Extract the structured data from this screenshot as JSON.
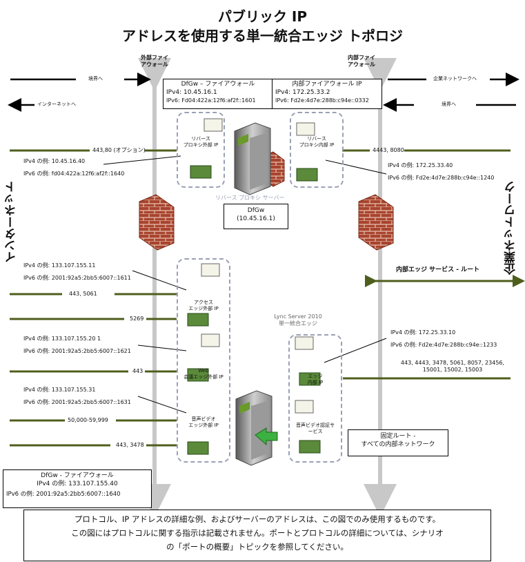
{
  "title": {
    "line1": "パブリック IP",
    "line2": "アドレスを使用する単一統合エッジ トポロジ"
  },
  "firewall_labels": {
    "external": [
      "外部ファイ",
      "アウォール"
    ],
    "internal": [
      "内部ファイ",
      "アウォール"
    ]
  },
  "arrows": {
    "to_perimeter_left": "境界へ",
    "to_internet": "インターネットへ",
    "to_corp_network": "企業ネットワークへ",
    "to_perimeter_right": "境界へ"
  },
  "fw_ext_box": {
    "title": "DfGw – ファイアウォール",
    "ipv4": "IPv4: 10.45.16.1",
    "ipv6": "IPv6: Fd04:422a:12f6:af2f::1601"
  },
  "fw_int_box": {
    "title": "内部ファイアウォール IP",
    "ipv4": "IPv4: 172.25.33.2",
    "ipv6": "IPv6: Fd2e:4d7e:288b:c94e::0332"
  },
  "side_labels": {
    "left": "インターネット",
    "right": "企業ネットワーク"
  },
  "reverse_proxy": {
    "external_ip_label": [
      "リバース",
      "プロキシ外部 IP"
    ],
    "internal_ip_label": [
      "リバース",
      "プロキシ内部 IP"
    ],
    "server_label": "リバース プロキシ サーバー",
    "ext_port": "443,80 (オプション)",
    "int_port": "4443, 8080",
    "ext_ipv4": "IPv4 の例: 10.45.16.40",
    "ext_ipv6": "IPv6 の例: fd04:422a:12f6:af2f::1640",
    "int_ipv4": "IPv4 の例: 172.25.33.40",
    "int_ipv6": "IPv6 の例: Fd2e:4d7e:288b:c94e::1240"
  },
  "dfgw_box": {
    "title": "DfGw",
    "ip": "(10.45.16.1)"
  },
  "internal_route": "内部エッジ サービス - ルート",
  "edge_server": {
    "label": [
      "Lync Server 2010",
      "単一統合エッジ"
    ]
  },
  "access_edge": {
    "label": [
      "アクセス",
      "エッジ外部 IP"
    ],
    "ipv4": "IPv4 の例: 133.107.155.11",
    "ipv6": "IPv6 の例: 2001:92a5:2bb5:6007::1611",
    "port1": "443, 5061",
    "port2": "5269"
  },
  "web_edge": {
    "label": [
      "Web",
      "会議エッジ外部 IP"
    ],
    "ipv4": "IPv4 の例: 133.107.155.20 1",
    "ipv6": "IPv6 の例: 2001:92a5:2bb5:6007::1621",
    "port": "443"
  },
  "av_edge": {
    "label": [
      "音声ビデオ",
      "エッジ外部 IP"
    ],
    "ipv4": "IPv4 の例: 133.107.155.31",
    "ipv6": "IPv6 の例: 2001:92a5:2bb5:6007::1631",
    "port1": "50,000-59,999",
    "port2": "443, 3478"
  },
  "edge_internal": {
    "label": [
      "エッジ",
      "内部 IP"
    ],
    "ipv4": "IPv4 の例: 172.25.33.10",
    "ipv6": "IPv6 の例: Fd2e:4d7e:288b:c94e::1233",
    "ports": [
      "443, 4443, 3478, 5061, 8057, 23456,",
      "15001, 15002, 15003"
    ]
  },
  "av_auth": [
    "音声ビデオ認証サ",
    "ービス"
  ],
  "static_route": [
    "固定ルート -",
    "すべての内部ネットワーク"
  ],
  "fw_bottom_box": {
    "title": "DfGw - ファイアウォール",
    "ipv4": "IPv4 の例: 133.107.155.40",
    "ipv6": "IPv6 の例: 2001:92a5:2bb5:6007::1640"
  },
  "note": [
    "プロトコル、IP アドレスの詳細な例、およびサーバーのアドレスは、この図でのみ使用するものです。",
    "この図にはプロトコルに関する指示は記載されません。ポートとプロトコルの詳細については、シナリオ",
    "の「ポートの概要」トピックを参照してください。"
  ],
  "colors": {
    "link": "#4e5e1c",
    "firewall_line": "#c8c8c8",
    "dash": "#9aa0b4",
    "brick": "#a04030"
  }
}
